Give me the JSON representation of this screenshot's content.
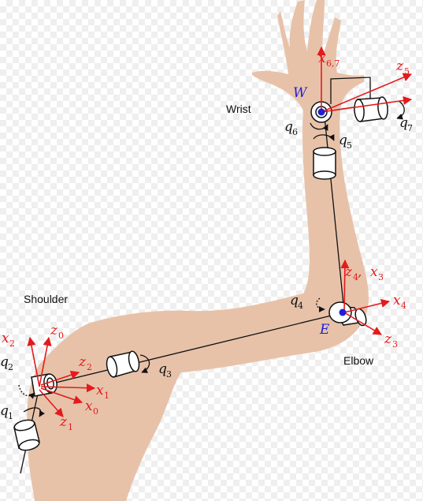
{
  "labels": {
    "shoulder": "Shoulder",
    "elbow": "Elbow",
    "wrist": "Wrist"
  },
  "points": {
    "wrist_point": "W",
    "elbow_point": "E"
  },
  "joints": {
    "q1": {
      "base": "q",
      "sub": "1"
    },
    "q2": {
      "base": "q",
      "sub": "2"
    },
    "q3": {
      "base": "q",
      "sub": "3"
    },
    "q4": {
      "base": "q",
      "sub": "4"
    },
    "q5": {
      "base": "q",
      "sub": "5"
    },
    "q6": {
      "base": "q",
      "sub": "6"
    },
    "q7": {
      "base": "q",
      "sub": "7"
    }
  },
  "axes": {
    "x0": {
      "base": "x",
      "sub": "0"
    },
    "x1": {
      "base": "x",
      "sub": "1"
    },
    "x2": {
      "base": "x",
      "sub": "2"
    },
    "z0": {
      "base": "z",
      "sub": "0"
    },
    "z1": {
      "base": "z",
      "sub": "1"
    },
    "z2": {
      "base": "z",
      "sub": "2"
    },
    "z3": {
      "base": "z",
      "sub": "3"
    },
    "x4": {
      "base": "x",
      "sub": "4"
    },
    "z4x3": {
      "base1": "z",
      "sub1": "4",
      "sep": ", ",
      "base2": "x",
      "sub2": "3"
    },
    "x67": {
      "base": "x",
      "sub": "6,7"
    },
    "z5": {
      "base": "z",
      "sub": "5"
    }
  },
  "colors": {
    "skin": "#e7c2a9",
    "axis_red": "#e41a1c",
    "point_blue": "#1f1fd6"
  }
}
